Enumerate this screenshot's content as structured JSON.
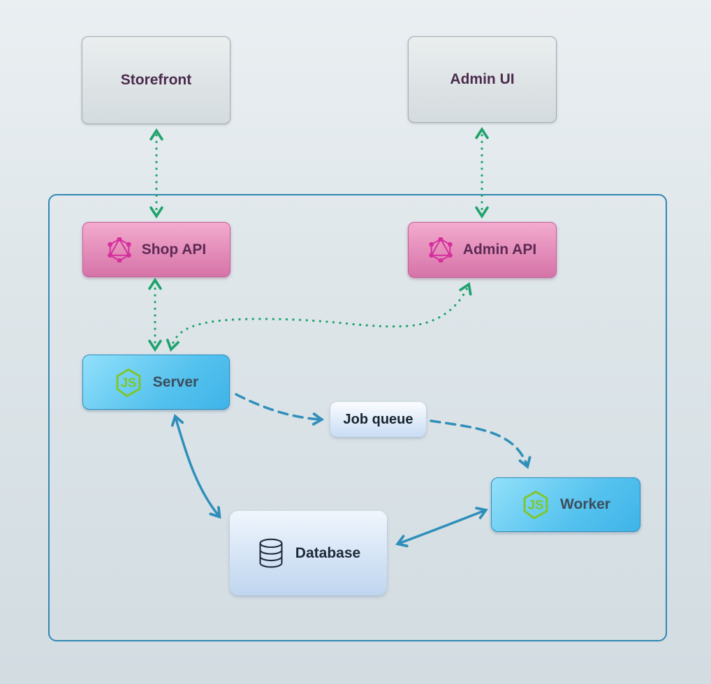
{
  "diagram": {
    "nodes": {
      "storefront": {
        "label": "Storefront"
      },
      "admin_ui": {
        "label": "Admin UI"
      },
      "shop_api": {
        "label": "Shop API",
        "icon": "graphql-icon"
      },
      "admin_api": {
        "label": "Admin API",
        "icon": "graphql-icon"
      },
      "server": {
        "label": "Server",
        "icon": "nodejs-icon"
      },
      "job_queue": {
        "label": "Job queue"
      },
      "worker": {
        "label": "Worker",
        "icon": "nodejs-icon"
      },
      "database": {
        "label": "Database",
        "icon": "database-icon"
      }
    },
    "edges": [
      {
        "from": "storefront",
        "to": "shop_api",
        "style": "dotted",
        "direction": "both",
        "color": "green"
      },
      {
        "from": "admin_ui",
        "to": "admin_api",
        "style": "dotted",
        "direction": "both",
        "color": "green"
      },
      {
        "from": "shop_api",
        "to": "server",
        "style": "dotted",
        "direction": "both",
        "color": "green"
      },
      {
        "from": "server",
        "to": "admin_api",
        "style": "dotted",
        "direction": "both",
        "color": "green"
      },
      {
        "from": "server",
        "to": "job_queue",
        "style": "dashed",
        "direction": "forward",
        "color": "blue"
      },
      {
        "from": "job_queue",
        "to": "worker",
        "style": "dashed",
        "direction": "forward",
        "color": "blue"
      },
      {
        "from": "server",
        "to": "database",
        "style": "solid",
        "direction": "both",
        "color": "blue"
      },
      {
        "from": "database",
        "to": "worker",
        "style": "solid",
        "direction": "both",
        "color": "blue"
      }
    ],
    "colors": {
      "green_arrow": "#1fa36d",
      "blue_arrow": "#2f8fba",
      "container_border": "#2f87b4",
      "graphql_pink": "#d62f9d",
      "nodejs_green": "#7fc728",
      "database_ink": "#1e2c3c"
    }
  }
}
